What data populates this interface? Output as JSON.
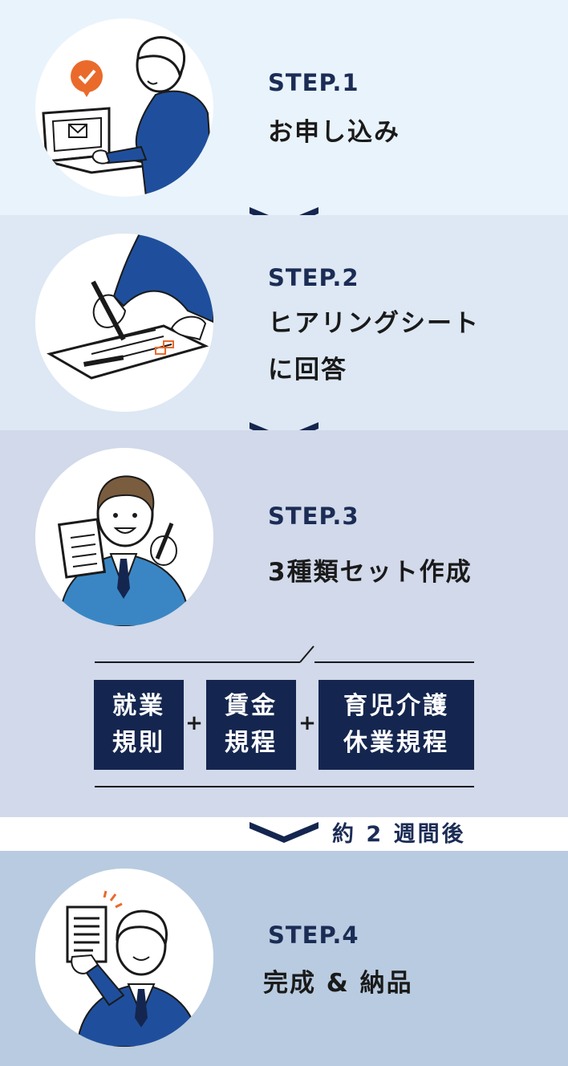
{
  "steps": [
    {
      "label": "STEP.1",
      "title_lines": [
        "お申し込み"
      ],
      "illustration": "person-laptop-email-icon"
    },
    {
      "label": "STEP.2",
      "title_lines": [
        "ヒアリングシート",
        "に回答"
      ],
      "illustration": "hand-writing-form-icon"
    },
    {
      "label": "STEP.3",
      "title_lines": [
        "3種類セット作成"
      ],
      "illustration": "man-holding-clipboard-icon"
    },
    {
      "label": "STEP.4",
      "title_lines": [
        "完成 & 納品"
      ],
      "illustration": "man-holding-document-icon"
    }
  ],
  "documents": [
    {
      "lines": [
        "就業",
        "規則"
      ]
    },
    {
      "lines": [
        "賃金",
        "規程"
      ]
    },
    {
      "lines": [
        "育児介護",
        "休業規程"
      ]
    }
  ],
  "plus_sign": "+",
  "duration_note": "約 2 週間後",
  "colors": {
    "navy": "#14264f",
    "step_label": "#1b2c55",
    "accent_orange": "#ea6a2b",
    "band1": "#e9f3fb",
    "band2": "#dde8f4",
    "band3": "#d1d9ea",
    "band4": "#b8cbe0"
  }
}
